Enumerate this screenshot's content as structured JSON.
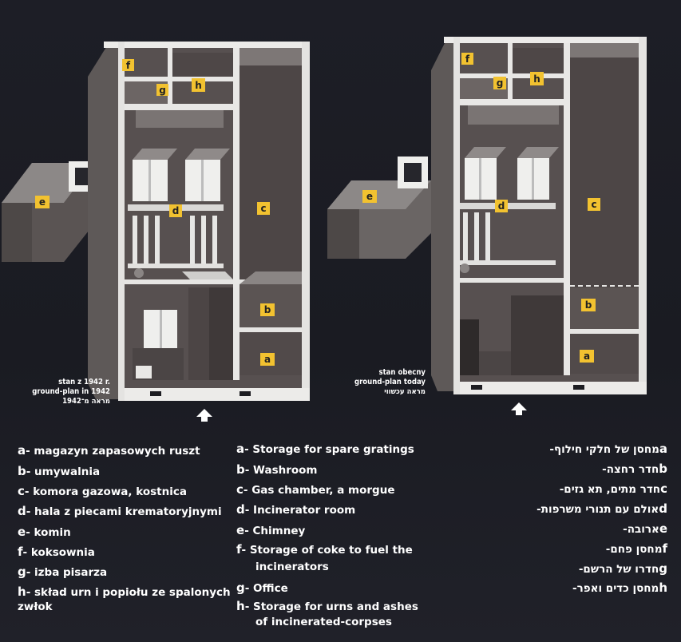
{
  "plans": [
    {
      "caption": [
        "stan z 1942 r.",
        "ground-plan in 1942",
        "מראה מ־1942"
      ],
      "labels": {
        "a": "a",
        "b": "b",
        "c": "c",
        "d": "d",
        "e": "e",
        "f": "f",
        "g": "g",
        "h": "h"
      }
    },
    {
      "caption": [
        "stan obecny",
        "ground-plan today",
        "מראה עכשווי"
      ],
      "labels": {
        "a": "a",
        "b": "b",
        "c": "c",
        "d": "d",
        "e": "e",
        "f": "f",
        "g": "g",
        "h": "h"
      }
    }
  ],
  "legend_polish": [
    {
      "key": "a",
      "text": "- magazyn zapasowych ruszt"
    },
    {
      "key": "b",
      "text": "- umywalnia"
    },
    {
      "key": "c",
      "text": "- komora gazowa, kostnica"
    },
    {
      "key": "d",
      "text": "- hala z piecami krematoryjnymi"
    },
    {
      "key": "e",
      "text": "- komin"
    },
    {
      "key": "f",
      "text": "- koksownia"
    },
    {
      "key": "g",
      "text": "- izba pisarza"
    },
    {
      "key": "h",
      "text": "- skład urn i popiołu ze spalonych",
      "cont": "zwłok"
    }
  ],
  "legend_english": [
    {
      "key": "a",
      "text": "- Storage for spare gratings"
    },
    {
      "key": "b",
      "text": "- Washroom"
    },
    {
      "key": "c",
      "text": "- Gas chamber, a morgue"
    },
    {
      "key": "d",
      "text": "- Incinerator room"
    },
    {
      "key": "e",
      "text": "- Chimney"
    },
    {
      "key": "f",
      "text": "- Storage of coke to fuel the",
      "cont": "incinerators"
    },
    {
      "key": "g",
      "text": "- Office"
    },
    {
      "key": "h",
      "text": "- Storage for urns and ashes",
      "cont": "of incinerated-corpses"
    }
  ],
  "legend_hebrew": [
    {
      "key": "a",
      "text": "מחסן של חלקי חילוף-"
    },
    {
      "key": "b",
      "text": "חדר רחצה-"
    },
    {
      "key": "c",
      "text": "חדר מתים, תא גזים-"
    },
    {
      "key": "d",
      "text": "אולם עם תנורי משרפות-"
    },
    {
      "key": "e",
      "text": "ארובה-"
    },
    {
      "key": "f",
      "text": "מחסן פחם-"
    },
    {
      "key": "g",
      "text": "חדרו של הרשם-"
    },
    {
      "key": "h",
      "text": "מחסן כדים ואפר-"
    }
  ],
  "colors": {
    "background": "#1c1d24",
    "label_yellow": "#f2c230",
    "wall_white": "#e8e8e6",
    "floor": "#5b5352"
  }
}
